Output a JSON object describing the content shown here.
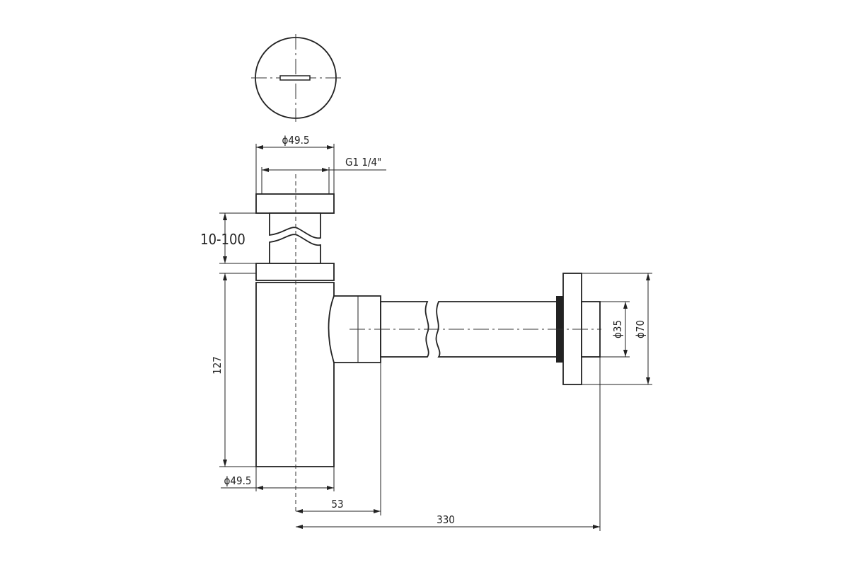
{
  "drawing": {
    "dimensions": {
      "top_diameter": "ϕ49.5",
      "thread": "G1 1/4\"",
      "height_range": "10-100",
      "body_height": "127",
      "bottom_diameter": "ϕ49.5",
      "outlet_offset": "53",
      "total_length": "330",
      "pipe_diameter": "ϕ35",
      "flange_diameter": "ϕ70"
    },
    "colors": {
      "line": "#222222",
      "background": "#ffffff"
    }
  }
}
